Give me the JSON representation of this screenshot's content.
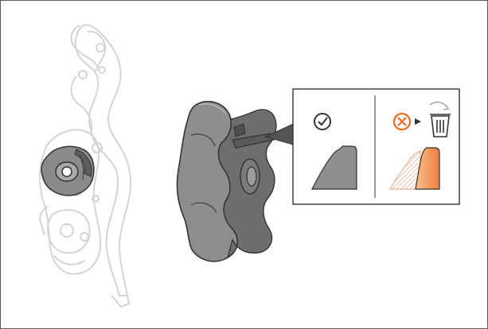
{
  "diagram": {
    "description_items": [
      {
        "id": "harness-outline",
        "icon": "harness-outline-icon"
      },
      {
        "id": "cam-component-small",
        "icon": "cam-icon"
      },
      {
        "id": "cam-component-large",
        "icon": "cam-large-icon"
      },
      {
        "id": "inspection-callout",
        "icon": "callout-icon"
      }
    ],
    "ok_status": {
      "icon": "check-circle-icon",
      "color": "#333333"
    },
    "bad_status": {
      "icon": "x-circle-icon",
      "color": "#f06a1e"
    },
    "discard_icon": "trash-can-icon",
    "colors": {
      "outline": "#d2d2d2",
      "part_fill": "#8c8c8c",
      "part_dark": "#5d5d5d",
      "stroke": "#333333",
      "wear_orange": "#f3a15c",
      "wear_hatch": "#e7a77d"
    }
  }
}
